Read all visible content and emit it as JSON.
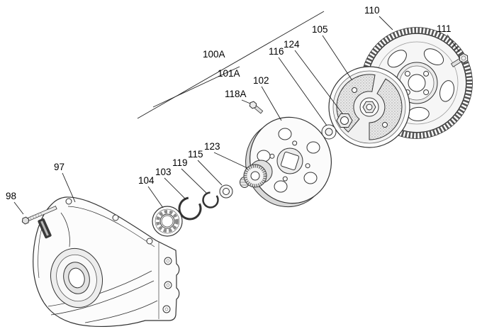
{
  "figure": {
    "type": "exploded-parts-diagram",
    "subject": "clutch-and-gearbox-cover-assembly",
    "background": "#ffffff",
    "line_color": "#333333"
  },
  "callouts": [
    {
      "label": "98",
      "part": "stud"
    },
    {
      "label": "97",
      "part": "gearbox-cover"
    },
    {
      "label": "104",
      "part": "ball-bearing"
    },
    {
      "label": "103",
      "part": "snap-ring"
    },
    {
      "label": "119",
      "part": "circlip"
    },
    {
      "label": "115",
      "part": "spacer"
    },
    {
      "label": "123",
      "part": "splined-hub"
    },
    {
      "label": "118A",
      "part": "bolt-small"
    },
    {
      "label": "101A",
      "part": "sub-assembly"
    },
    {
      "label": "100A",
      "part": "assembly"
    },
    {
      "label": "102",
      "part": "clutch-carrier-plate"
    },
    {
      "label": "116",
      "part": "washer"
    },
    {
      "label": "124",
      "part": "lock-nut"
    },
    {
      "label": "105",
      "part": "clutch-unit"
    },
    {
      "label": "110",
      "part": "flywheel-ring-gear"
    },
    {
      "label": "111",
      "part": "flange-bolt"
    }
  ]
}
